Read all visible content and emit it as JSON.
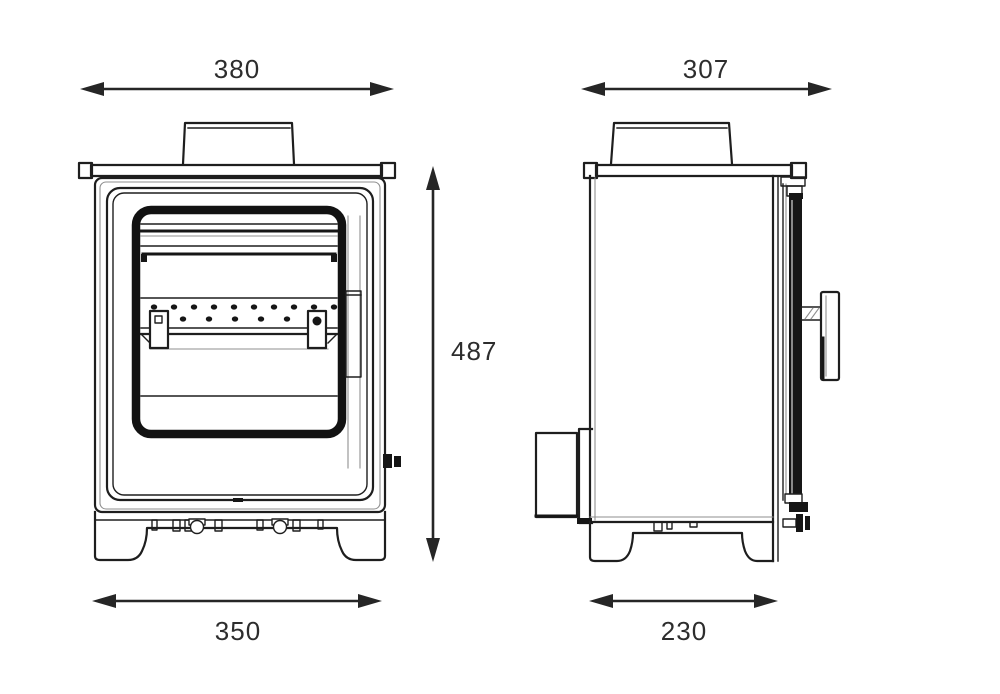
{
  "diagram": {
    "subject": "stove-dimension-drawing",
    "dimensions": {
      "front_top_width": "380",
      "overall_height": "487",
      "front_bottom_width": "350",
      "side_top_depth": "307",
      "side_bottom_depth": "230"
    },
    "colors": {
      "background": "#ffffff",
      "line": "#1e1e1e",
      "dimension_text": "#2d2d2d"
    }
  }
}
